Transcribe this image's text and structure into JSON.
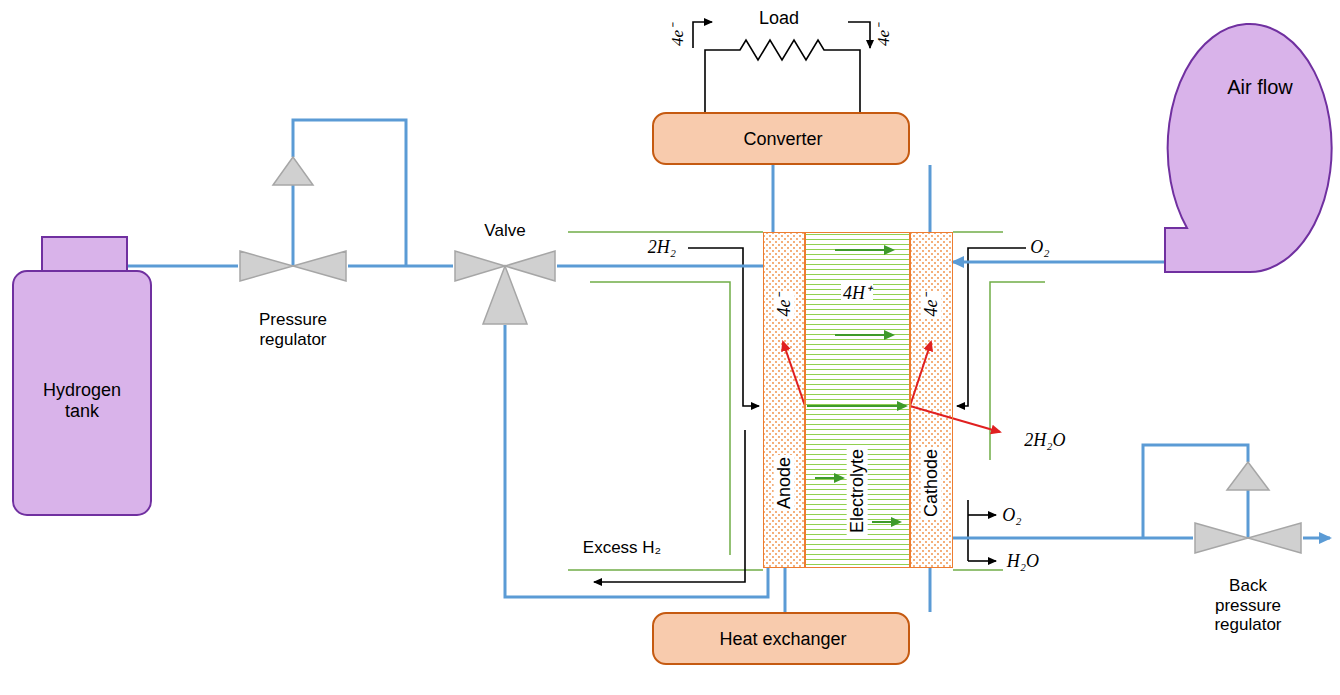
{
  "diagram": {
    "nodes": [
      {
        "text": [
          "Hydrogen tank"
        ]
      },
      {
        "text": [
          "Pressure regulator"
        ]
      },
      {
        "text": [
          "Valve"
        ]
      },
      {
        "text": [
          "Converter"
        ]
      },
      {
        "text": [
          "4e⁻",
          "Anode"
        ]
      },
      {
        "text": [
          "4H⁺",
          "Electrolyte"
        ]
      },
      {
        "text": [
          "4e⁻",
          "Cathode"
        ]
      },
      {
        "text": [
          "Air flow"
        ]
      },
      {
        "text": [
          "Back pressure regulator"
        ]
      },
      {
        "text": [
          "Heat exchanger"
        ]
      }
    ],
    "edges": [
      {
        "from": 0,
        "to": 1,
        "arrow": "none"
      },
      {
        "from": 1,
        "to": 2,
        "arrow": "none"
      },
      {
        "from": 2,
        "to": 4,
        "arrow": "none"
      },
      {
        "from": 4,
        "to": 2,
        "arrow": "none"
      },
      {
        "from": 3,
        "to": 4,
        "arrow": "none"
      },
      {
        "from": 3,
        "to": 6,
        "arrow": "none"
      },
      {
        "from": 7,
        "to": 6,
        "arrow": "to"
      },
      {
        "from": 6,
        "to": 8,
        "arrow": "none"
      },
      {
        "from": 9,
        "to": 4,
        "arrow": "none"
      },
      {
        "from": 9,
        "to": 6,
        "arrow": "none"
      }
    ],
    "labels": [
      "Load",
      "4e⁻",
      "4e⁻",
      "2H₂",
      "O₂",
      "2H₂O",
      "Excess H₂",
      "O₂",
      "H₂O"
    ]
  }
}
